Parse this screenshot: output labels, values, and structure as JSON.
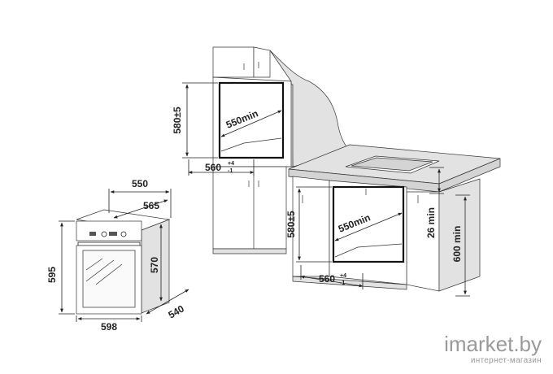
{
  "dimensions": {
    "oven_depth_top": "550",
    "oven_depth_door": "565",
    "oven_height": "595",
    "oven_body_height": "570",
    "oven_width": "598",
    "oven_side_depth": "540",
    "niche_depth_upper": "550min",
    "niche_height_upper": "580±5",
    "niche_width_upper": "560",
    "niche_width_upper_tol_plus": "+4",
    "niche_width_upper_tol_minus": "-1",
    "niche_depth_lower": "550min",
    "niche_height_lower": "580±5",
    "niche_width_lower": "560",
    "niche_width_lower_tol_plus": "+4",
    "niche_width_lower_tol_minus": "-1",
    "gap_top": "26 min",
    "floor_height": "600 min"
  },
  "watermark": {
    "brand": "imarket.by",
    "tagline": "интернет-магазин"
  }
}
